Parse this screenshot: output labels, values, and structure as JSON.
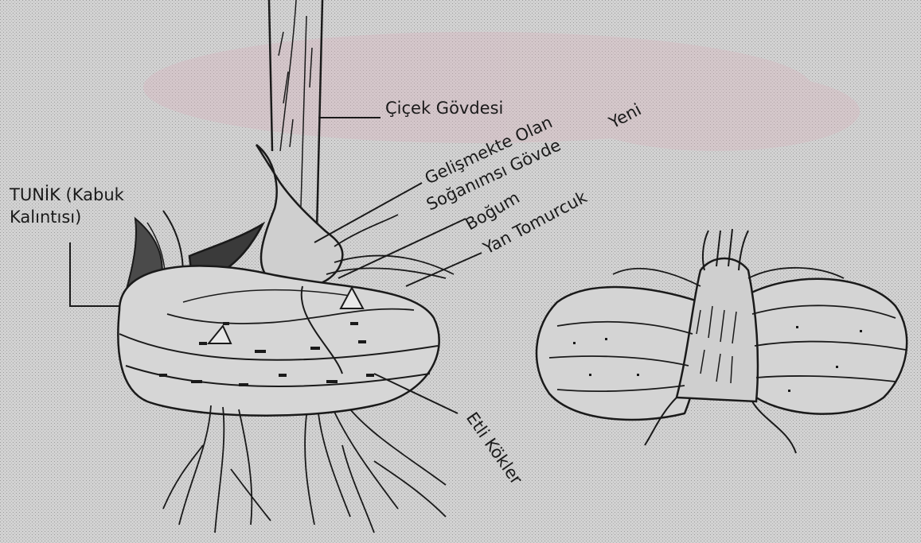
{
  "labels": {
    "flower_stem": "Çiçek Gövdesi",
    "new": "Yeni",
    "developing": "Gelişmekte Olan",
    "bulbous_stem": "Soğanımsı Gövde",
    "node": "Boğum",
    "side_bud": "Yan Tomurcuk",
    "tunic_line1": "TUNİK (Kabuk",
    "tunic_line2": "Kalıntısı)",
    "fleshy_roots": "Etli Kökler"
  },
  "colors": {
    "background": "#d2d2d2",
    "ink": "#1a1a1a",
    "pink_wash": "#d9b3bd",
    "dark_fill": "#3a3a3a"
  }
}
